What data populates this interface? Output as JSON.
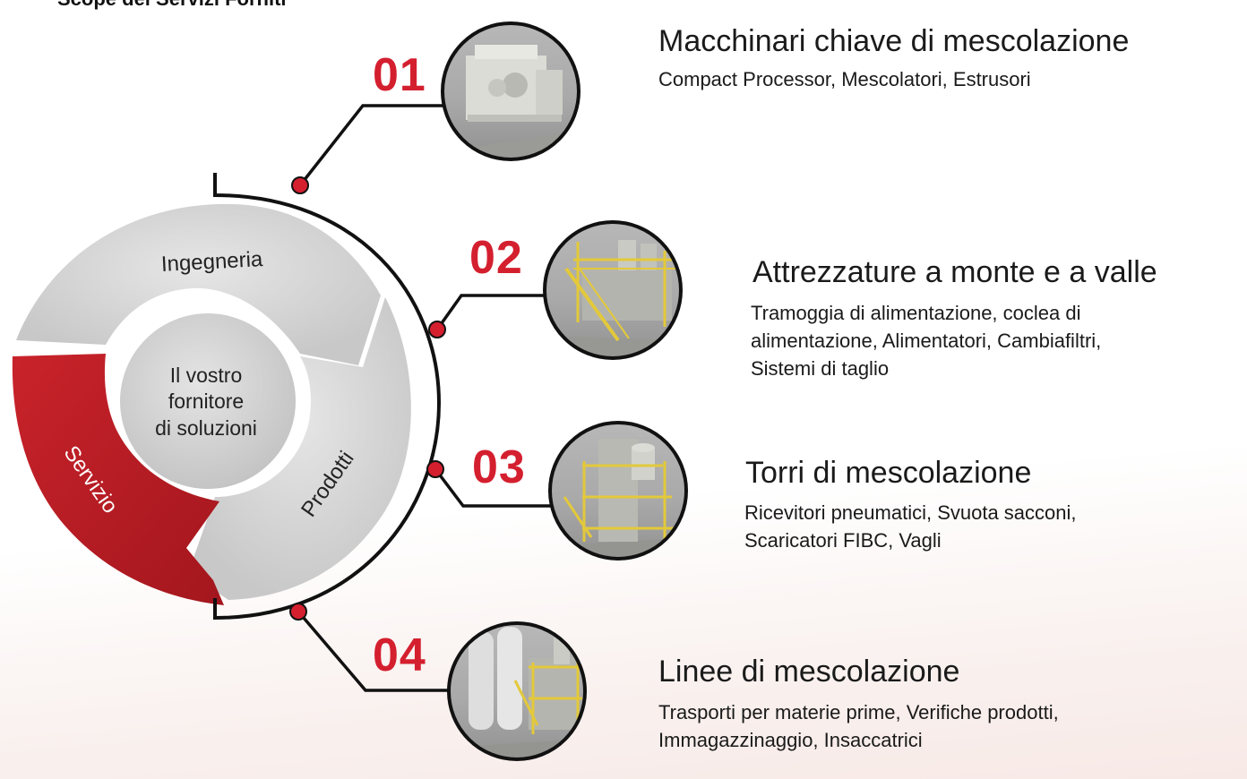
{
  "page_title": "Scope dei Servizi Forniti",
  "cycle": {
    "center_lines": [
      "Il vostro",
      "fornitore",
      "di soluzioni"
    ],
    "segments": [
      {
        "label": "Ingegneria"
      },
      {
        "label": "Prodotti"
      },
      {
        "label": "Servizio"
      }
    ]
  },
  "steps": [
    {
      "number": "01",
      "title": "Macchinari chiave di mescolazione",
      "description": "Compact Processor, Mescolatori, Estrusori",
      "image_icon": "compact-processor-machine-illustration"
    },
    {
      "number": "02",
      "title": "Attrezzature a monte e a valle",
      "description_lines": [
        "Tramoggia di alimentazione, coclea di",
        "alimentazione, Alimentatori, Cambiafiltri,",
        "Sistemi di taglio"
      ],
      "image_icon": "feeding-equipment-illustration"
    },
    {
      "number": "03",
      "title": "Torri di mescolazione",
      "description_lines": [
        "Ricevitori pneumatici, Svuota sacconi,",
        "Scaricatori FIBC, Vagli"
      ],
      "image_icon": "mixing-tower-illustration"
    },
    {
      "number": "04",
      "title": "Linee di mescolazione",
      "description_lines": [
        "Trasporti per materie prime, Verifiche prodotti,",
        "Immagazzinaggio, Insaccatrici"
      ],
      "image_icon": "mixing-line-silos-illustration"
    }
  ],
  "colors": {
    "accent_red": "#d41f2f",
    "segment_gray": "#d4d4d4",
    "segment_red": "#b51c24",
    "line": "#111111"
  }
}
